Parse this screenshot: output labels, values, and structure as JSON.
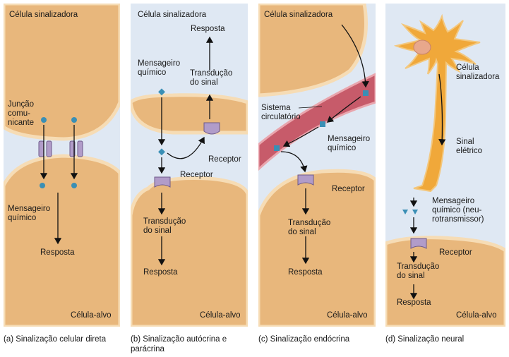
{
  "panels": {
    "a": {
      "source_label": "Célula sinalizadora",
      "gap_junction_label": "Junção comu- nicante",
      "messenger_label": "Mensageiro químico",
      "response_label": "Resposta",
      "target_label": "Célula-alvo",
      "caption": "(a) Sinalização celular direta"
    },
    "b": {
      "source_label": "Célula sinalizadora",
      "response_top_label": "Resposta",
      "transduction_top_label": "Transdução do sinal",
      "messenger_label": "Mensageiro químico",
      "receptor_top_label": "Receptor",
      "receptor_bottom_label": "Receptor",
      "transduction_bottom_label": "Transdução do sinal",
      "response_bottom_label": "Resposta",
      "target_label": "Célula-alvo",
      "caption": "(b) Sinalização autócrina e parácrina"
    },
    "c": {
      "source_label": "Célula sinalizadora",
      "circulatory_label": "Sistema circulatório",
      "messenger_label": "Mensageiro químico",
      "receptor_label": "Receptor",
      "transduction_label": "Transdução do sinal",
      "response_label": "Resposta",
      "target_label": "Célula-alvo",
      "caption": "(c) Sinalização endócrina"
    },
    "d": {
      "source_label": "Célula sinalizadora",
      "signal_label": "Sinal elétrico",
      "messenger_label": "Mensageiro químico (neu- rotransmissor)",
      "receptor_label": "Receptor",
      "transduction_label": "Transdução do sinal",
      "response_label": "Resposta",
      "target_label": "Célula-alvo",
      "caption": "(d) Sinalização neural"
    }
  },
  "colors": {
    "cell_fill": "#e8b77c",
    "cell_edge": "#f6dcb5",
    "background": "#dfe8f3",
    "receptor": "#b19cc9",
    "messenger": "#3a8fb5",
    "vessel": "#c75b6a",
    "neuron": "#f0a83a"
  }
}
